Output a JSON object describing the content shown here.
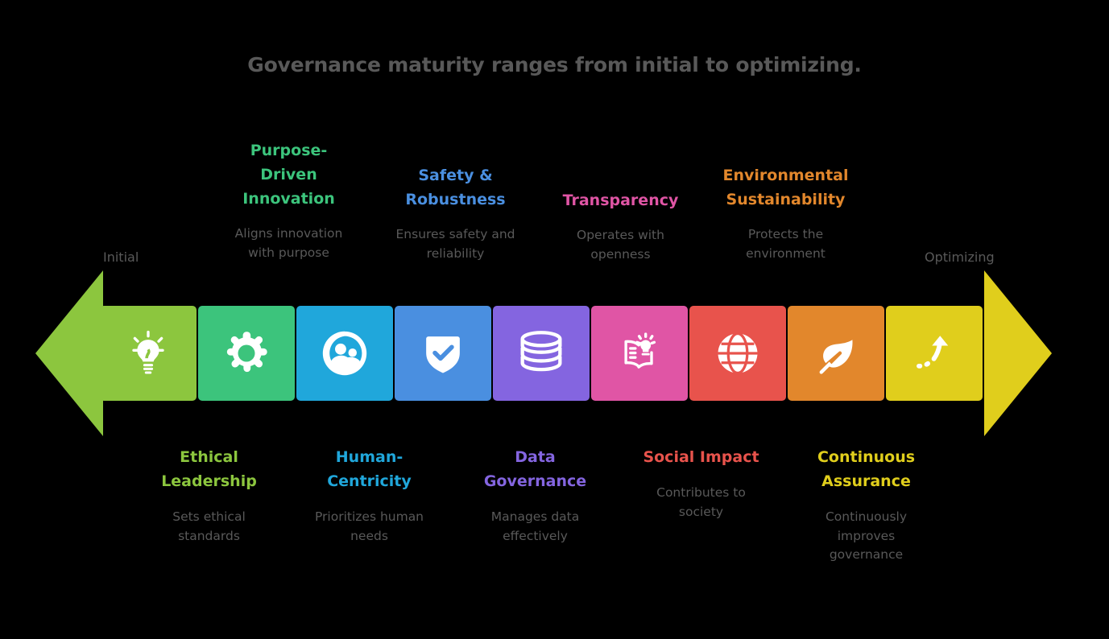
{
  "title": "Governance maturity ranges from initial to optimizing.",
  "endpoints": {
    "start_label": "Initial",
    "end_label": "Optimizing"
  },
  "colors": {
    "text_gray": "#595959",
    "background": "#000000",
    "arrow_left": "#8CC63E",
    "arrow_right": "#E0CE1C"
  },
  "stages": [
    {
      "title": "Ethical\nLeadership",
      "desc": "Sets ethical\nstandards",
      "color": "#8CC63E",
      "icon": "lightbulb-icon",
      "position": "bottom"
    },
    {
      "title": "Purpose-\nDriven\nInnovation",
      "desc": "Aligns innovation\nwith purpose",
      "color": "#3CC47C",
      "icon": "gear-icon",
      "position": "top"
    },
    {
      "title": "Human-\nCentricity",
      "desc": "Prioritizes human\nneeds",
      "color": "#20A7DB",
      "icon": "people-circle-icon",
      "position": "bottom"
    },
    {
      "title": "Safety &\nRobustness",
      "desc": "Ensures safety and\nreliability",
      "color": "#4A8FE0",
      "icon": "shield-check-icon",
      "position": "top"
    },
    {
      "title": "Data\nGovernance",
      "desc": "Manages data\neffectively",
      "color": "#8465E0",
      "icon": "database-icon",
      "position": "bottom"
    },
    {
      "title": "Transparency",
      "desc": "Operates with\nopenness",
      "color": "#E055A5",
      "icon": "open-book-idea-icon",
      "position": "top"
    },
    {
      "title": "Social Impact",
      "desc": "Contributes to\nsociety",
      "color": "#E8534C",
      "icon": "globe-icon",
      "position": "bottom"
    },
    {
      "title": "Environmental\nSustainability",
      "desc": "Protects the\nenvironment",
      "color": "#E2872C",
      "icon": "leaf-icon",
      "position": "top"
    },
    {
      "title": "Continuous\nAssurance",
      "desc": "Continuously\nimproves\ngovernance",
      "color": "#E0CE1C",
      "icon": "rising-arrow-icon",
      "position": "bottom"
    }
  ]
}
